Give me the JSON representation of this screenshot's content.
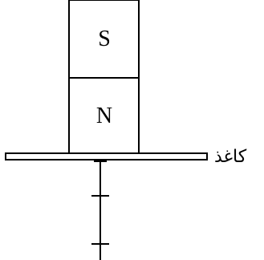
{
  "magnet": {
    "top_pole_label": "S",
    "bottom_pole_label": "N"
  },
  "paper": {
    "label": "كاغذ"
  }
}
